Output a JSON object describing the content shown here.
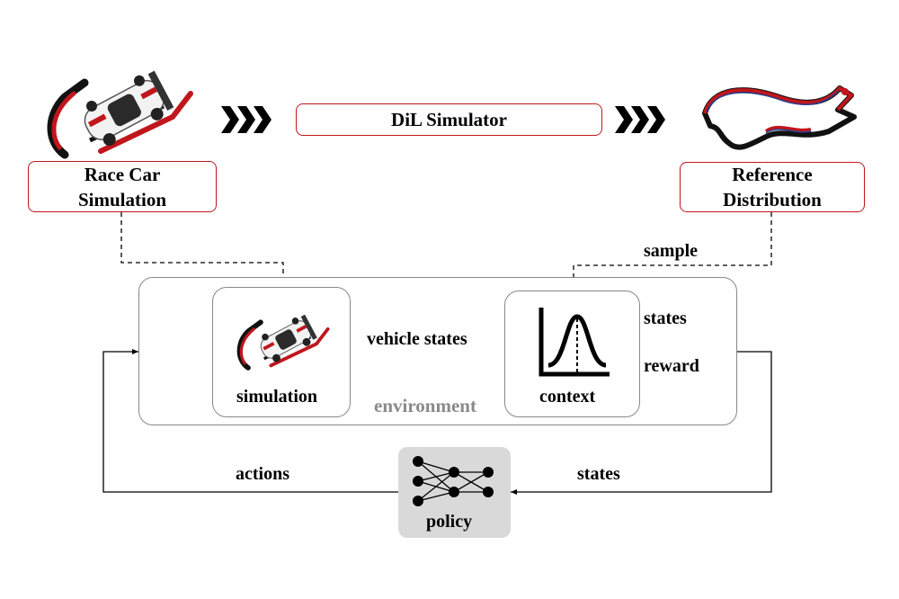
{
  "top": {
    "race_car_label": "Race Car\nSimulation",
    "simulator_label": "DiL Simulator",
    "reference_label": "Reference\nDistribution"
  },
  "environment": {
    "label": "environment",
    "simulation_label": "simulation",
    "context_label": "context",
    "vehicle_states_label": "vehicle states",
    "states_out_label": "states",
    "reward_out_label": "reward"
  },
  "links": {
    "sample_label": "sample",
    "actions_label": "actions",
    "states_label": "states"
  },
  "policy": {
    "label": "policy"
  },
  "colors": {
    "accent_red": "#c0161c",
    "track_blue": "#2b3f8f",
    "env_grey": "#8a8a8a"
  },
  "icons": [
    "race-car-icon",
    "chevrons-right-icon",
    "race-track-icon",
    "gaussian-density-icon",
    "neural-network-icon"
  ]
}
